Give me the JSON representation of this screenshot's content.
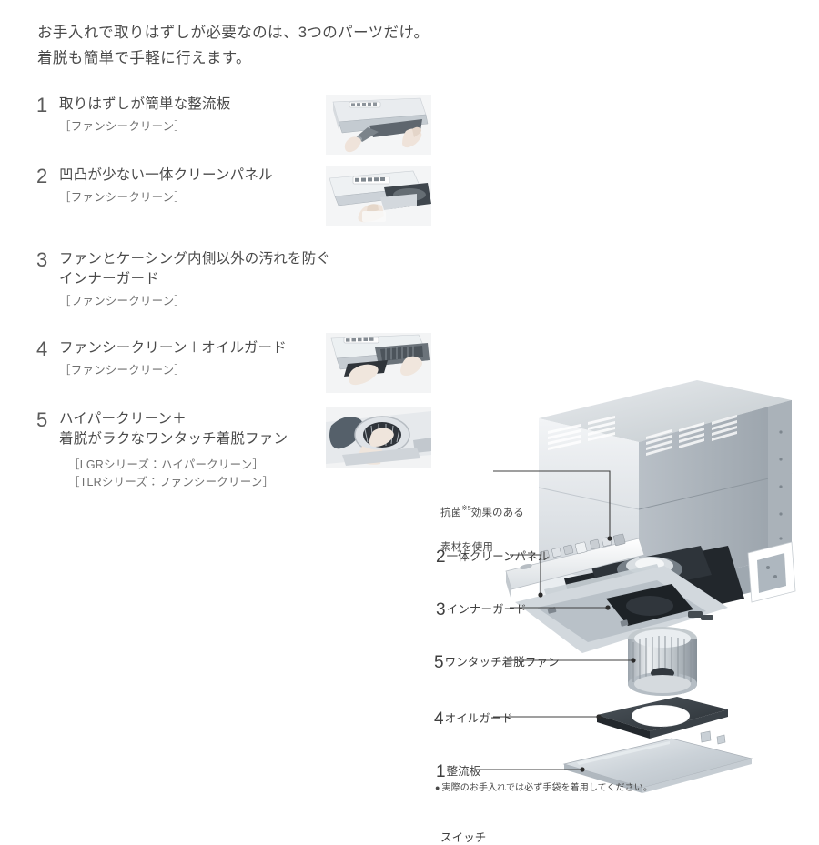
{
  "headline": "お手入れで取りはずしが必要なのは、3つのパーツだけ。\n着脱も簡単で手軽に行えます。",
  "list": [
    {
      "number": "1",
      "title": "取りはずしが簡単な整流板",
      "bracket": "［ファンシークリーン］",
      "thumb_alt": "整流板を取りはずす手"
    },
    {
      "number": "2",
      "title": "凹凸が少ない一体クリーンパネル",
      "bracket": "［ファンシークリーン］",
      "thumb_alt": "一体クリーンパネルを拭く手"
    },
    {
      "number": "3",
      "title": "ファンとケーシング内側以外の汚れを防ぐ\nインナーガード",
      "bracket": "［ファンシークリーン］",
      "thumb_alt": ""
    },
    {
      "number": "4",
      "title": "ファンシークリーン＋オイルガード",
      "bracket": "［ファンシークリーン］",
      "thumb_alt": "オイルガードを取りはずす手"
    },
    {
      "number": "5",
      "title": "ハイパークリーン＋\n着脱がラクなワンタッチ着脱ファン",
      "bracket": "［LGRシリーズ：ハイパークリーン］\n［TLRシリーズ：ファンシークリーン］",
      "thumb_alt": "ワンタッチ着脱ファンを外す手"
    }
  ],
  "diagram": {
    "callouts": [
      {
        "number": "",
        "label": "スイッチ",
        "name": "switch"
      },
      {
        "number": "2",
        "label": "一体クリーンパネル",
        "name": "clean-panel"
      },
      {
        "number": "3",
        "label": "インナーガード",
        "name": "inner-guard"
      },
      {
        "number": "5",
        "label": "ワンタッチ着脱ファン",
        "name": "one-touch-fan"
      },
      {
        "number": "4",
        "label": "オイルガード",
        "name": "oil-guard"
      },
      {
        "number": "1",
        "label": "整流板",
        "name": "rectifier-plate"
      }
    ],
    "switch_note": "抗菌※5効果のある\n素材を使用",
    "switch_note_main": "抗菌",
    "switch_note_sup": "※5",
    "switch_note_rest": "効果のある",
    "switch_note_line2": "素材を使用"
  },
  "footnote": {
    "bullet": "●",
    "text": "実際のお手入れでは必ず手袋を着用してください。"
  },
  "colors": {
    "text": "#4a4a4a",
    "num": "#5a5a5a",
    "bracket": "#6f6f6f",
    "lead": "#3f3f3f",
    "background": "#ffffff"
  }
}
